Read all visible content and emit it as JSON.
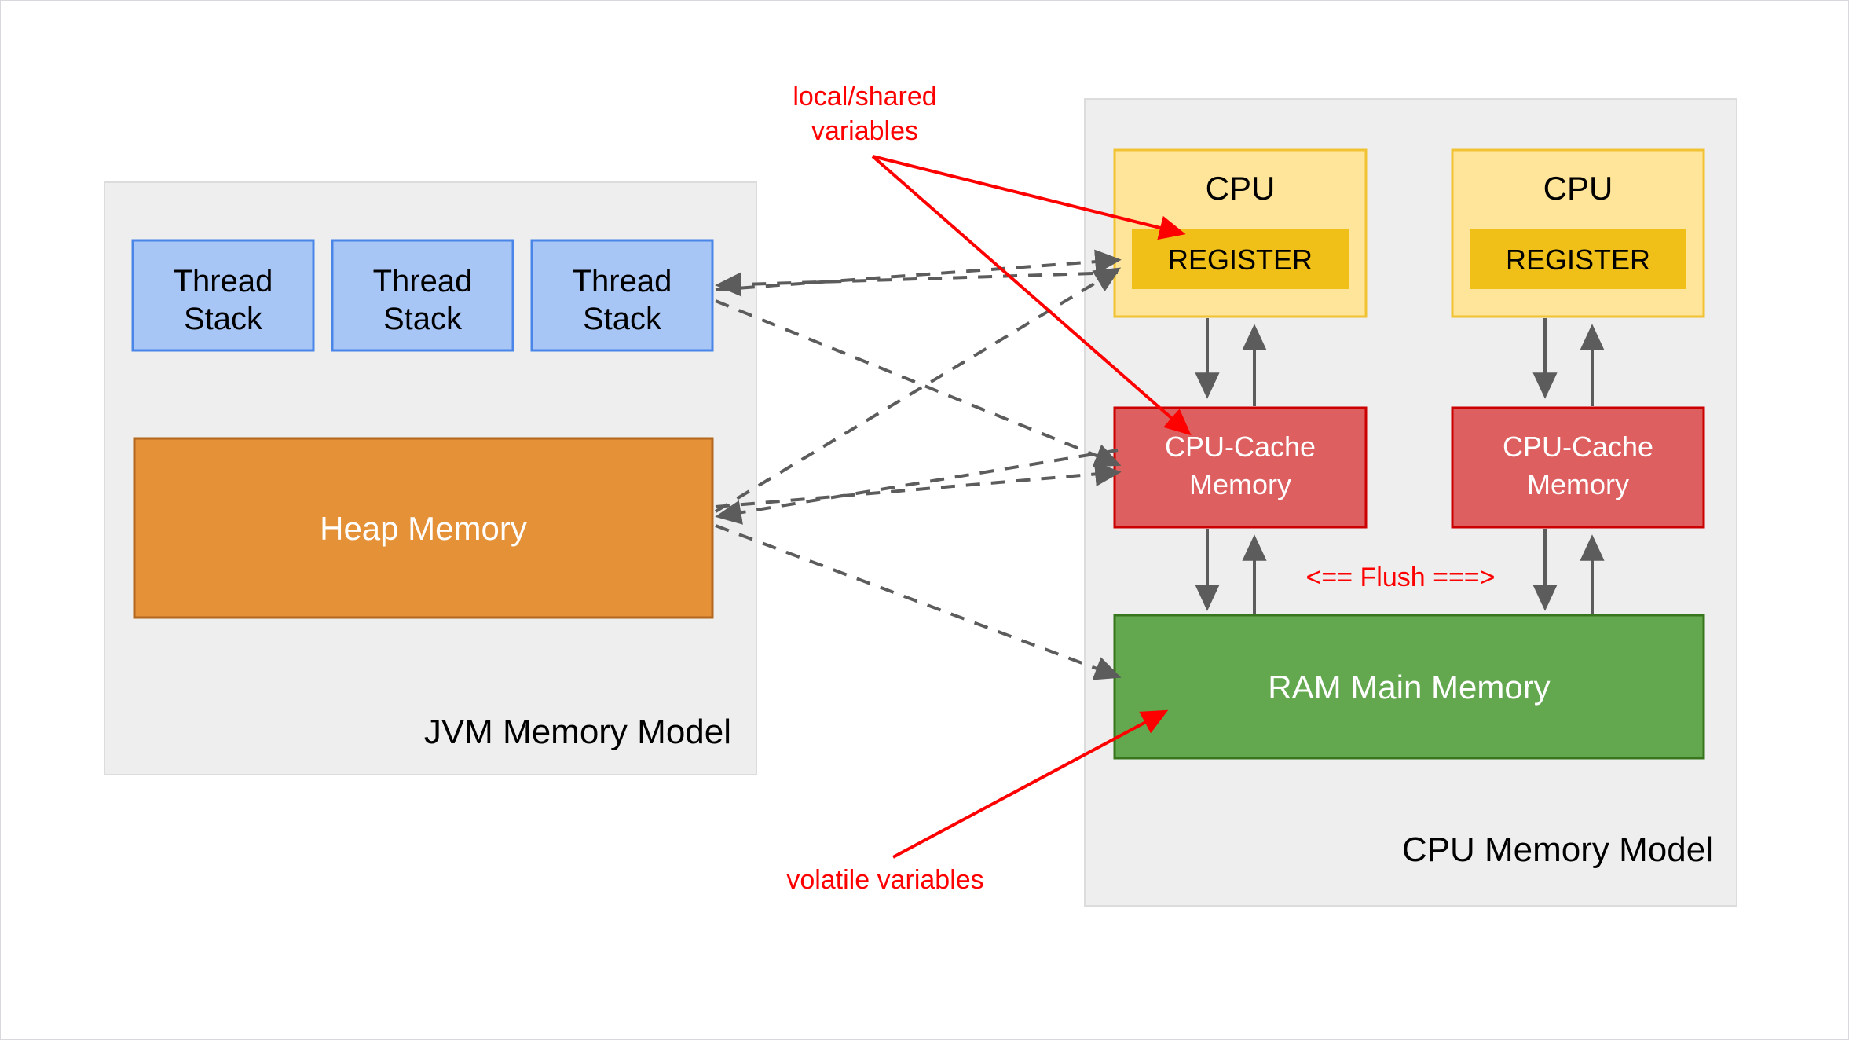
{
  "diagram": {
    "title_hidden": "",
    "panels": [
      {
        "id": "jvm",
        "label": "JVM Memory Model"
      },
      {
        "id": "cpu",
        "label": "CPU Memory Model"
      }
    ],
    "jvm": {
      "label": "JVM Memory Model",
      "thread_stacks": [
        {
          "line1": "Thread",
          "line2": "Stack"
        },
        {
          "line1": "Thread",
          "line2": "Stack"
        },
        {
          "line1": "Thread",
          "line2": "Stack"
        }
      ],
      "heap": {
        "label": "Heap Memory"
      }
    },
    "cpu": {
      "label": "CPU Memory Model",
      "cores": [
        {
          "cpu_label": "CPU",
          "register_label": "REGISTER",
          "cache_line1": "CPU-Cache",
          "cache_line2": "Memory"
        },
        {
          "cpu_label": "CPU",
          "register_label": "REGISTER",
          "cache_line1": "CPU-Cache",
          "cache_line2": "Memory"
        }
      ],
      "ram": {
        "label": "RAM Main Memory"
      },
      "flush_label": "<== Flush ===>"
    },
    "annotations": [
      {
        "id": "local-shared",
        "line1": "local/shared",
        "line2": "variables"
      },
      {
        "id": "volatile",
        "line1": "volatile variables",
        "line2": ""
      }
    ],
    "colors": {
      "panel_bg": "#eeeeee",
      "panel_border": "#dcdcdc",
      "thread_fill": "#a8c6f5",
      "thread_border": "#4a86e8",
      "heap_fill": "#e59138",
      "heap_border": "#b4671f",
      "cpu_fill": "#ffe599",
      "cpu_border": "#f1c232",
      "register_fill": "#f0c018",
      "cache_fill": "#dd5f5f",
      "cache_border": "#cc0000",
      "ram_fill": "#63a84f",
      "ram_border": "#38761d",
      "connector": "#5c5c5c",
      "annotation": "#ff0000"
    }
  }
}
